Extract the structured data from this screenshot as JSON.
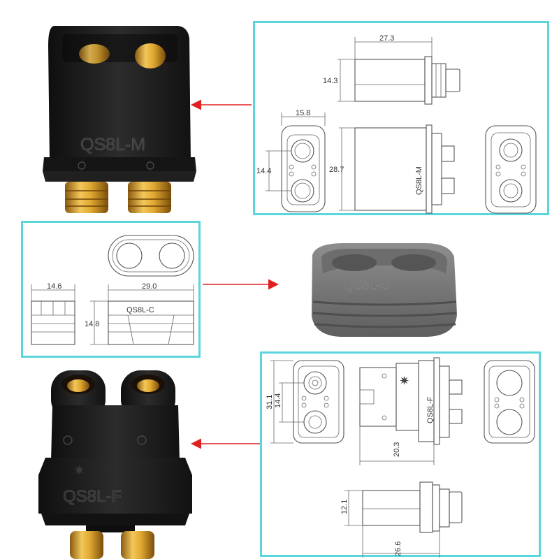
{
  "colors": {
    "panel_border": "#5ad6dc",
    "arrow": "#e02020",
    "housing_black": "#1e1e1e",
    "cap_gray": "#7a7a7a",
    "gold": "#d9a429"
  },
  "top_panel": {
    "side_view": {
      "width_label": "27.3",
      "height_label": "14.3"
    },
    "front_view": {
      "width_label": "15.8",
      "pin_pitch_label": "14.4"
    },
    "body_view": {
      "height_label": "28.7",
      "marking": "QS8L-M"
    }
  },
  "middle_panel": {
    "cap_side": {
      "width_label": "14.6"
    },
    "cap_front": {
      "width_label": "29.0",
      "height_label": "14.8",
      "marking": "QS8L-C"
    }
  },
  "bottom_panel": {
    "front_view": {
      "height_label": "31.1",
      "pin_pitch_label": "14.4"
    },
    "body_view": {
      "length_label": "20.3",
      "marking": "QS8L-F"
    },
    "side_view": {
      "height_label": "12.1",
      "length_label": "26.6"
    }
  },
  "photos": {
    "male": {
      "marking": "QS8L-M",
      "icon": "male-connector-photo"
    },
    "cap": {
      "marking": "QS8L-C",
      "icon": "cap-photo"
    },
    "female": {
      "marking": "QS8L-F",
      "icon": "female-connector-photo"
    }
  }
}
